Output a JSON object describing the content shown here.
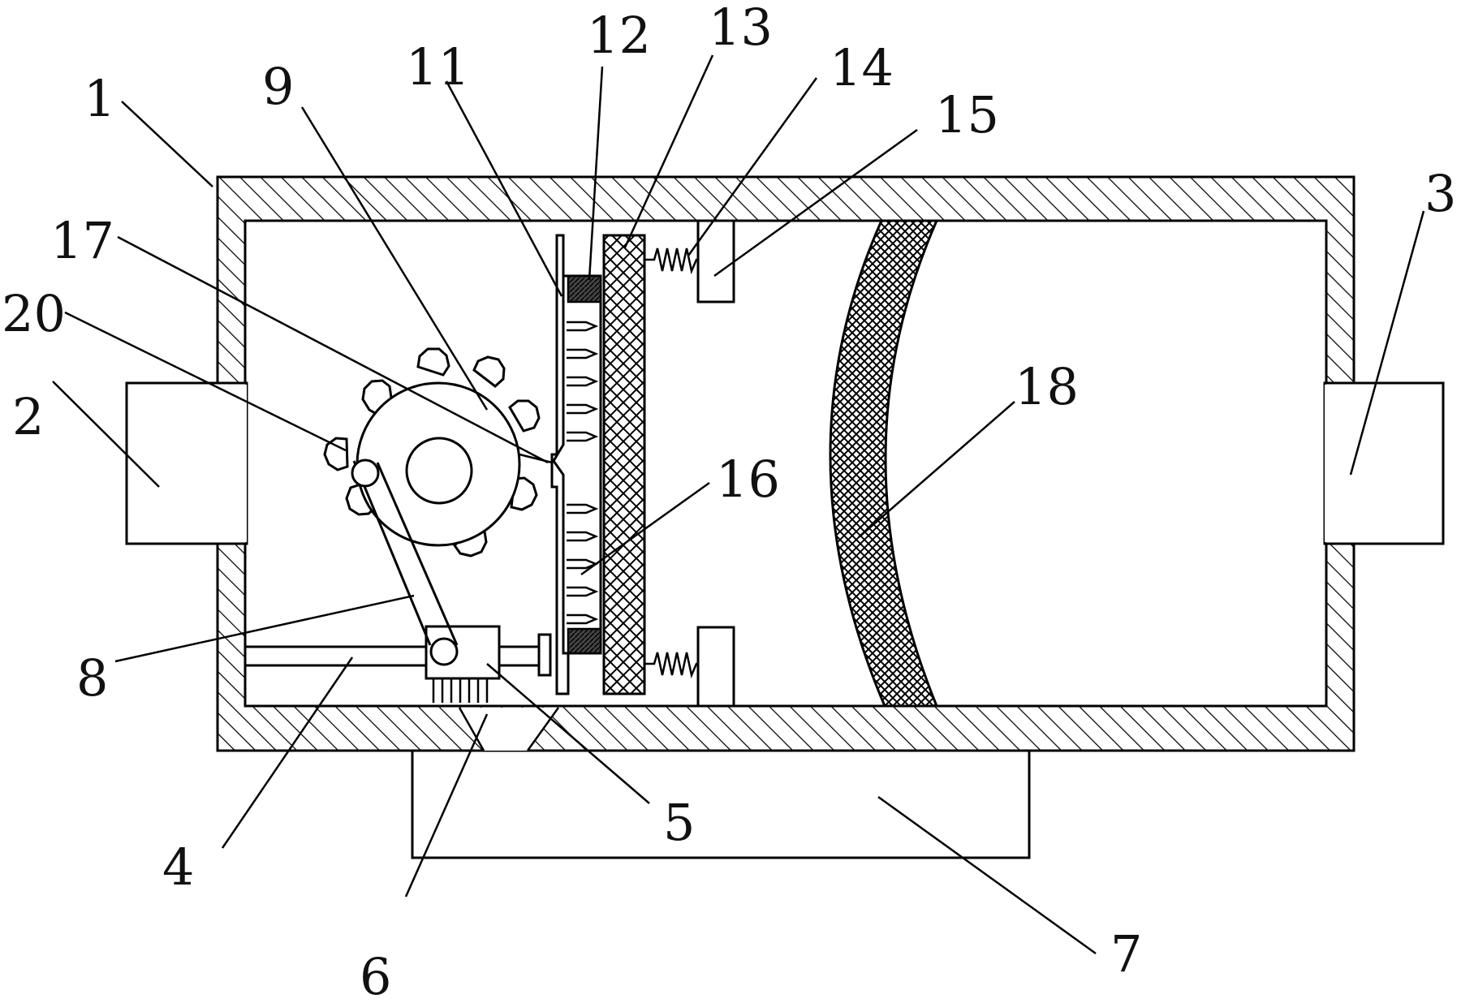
{
  "labels": {
    "l1": "1",
    "l2": "2",
    "l3": "3",
    "l4": "4",
    "l5": "5",
    "l6": "6",
    "l7": "7",
    "l8": "8",
    "l9": "9",
    "l11": "11",
    "l12": "12",
    "l13": "13",
    "l14": "14",
    "l15": "15",
    "l16": "16",
    "l17": "17",
    "l18": "18",
    "l20": "20"
  }
}
